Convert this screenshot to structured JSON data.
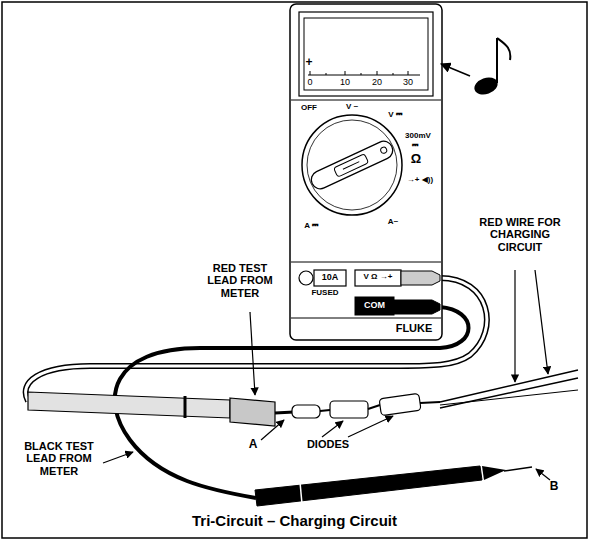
{
  "diagram": {
    "caption": "Tri-Circuit – Charging Circuit",
    "labels": [
      "+",
      "0",
      "10",
      "20",
      "30",
      "OFF",
      "V ~",
      "V ⎓",
      "300mV",
      "⎓",
      "Ω",
      "→+ ◀))",
      "A ⎓",
      "A~",
      "10A",
      "FUSED",
      "V Ω →+",
      "COM",
      "FLUKE",
      "RED TEST LEAD FROM METER",
      "RED WIRE FOR CHARGING CIRCUIT",
      "BLACK TEST LEAD FROM METER",
      "DIODES",
      "A",
      "B"
    ]
  }
}
